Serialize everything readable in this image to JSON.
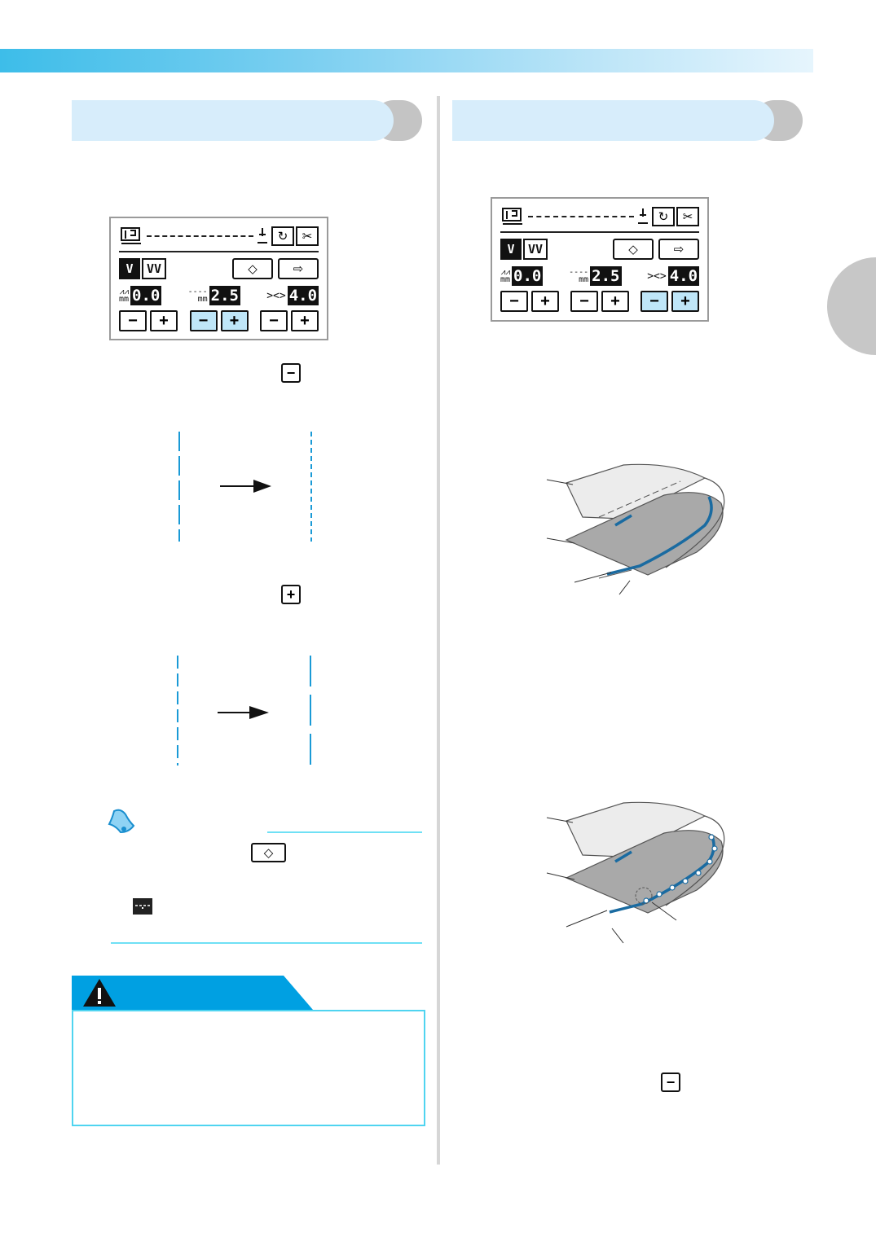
{
  "lcd_left": {
    "needle_single_icon": "single-needle-icon",
    "needle_twin_icon": "twin-needle-icon",
    "width_value": "0.0",
    "length_value": "2.5",
    "tension_value": "4.0",
    "length_unit": "mm",
    "width_unit": "mm",
    "minus": "−",
    "plus": "+"
  },
  "lcd_right": {
    "width_value": "0.0",
    "length_value": "2.5",
    "tension_value": "4.0",
    "length_unit": "mm",
    "width_unit": "mm",
    "minus": "−",
    "plus": "+"
  },
  "inline_keys": {
    "minus": "−",
    "plus": "+"
  },
  "colors": {
    "accent": "#00a0e2",
    "stitch_blue": "#1a9ad6",
    "highlight": "#bfe6f8"
  }
}
